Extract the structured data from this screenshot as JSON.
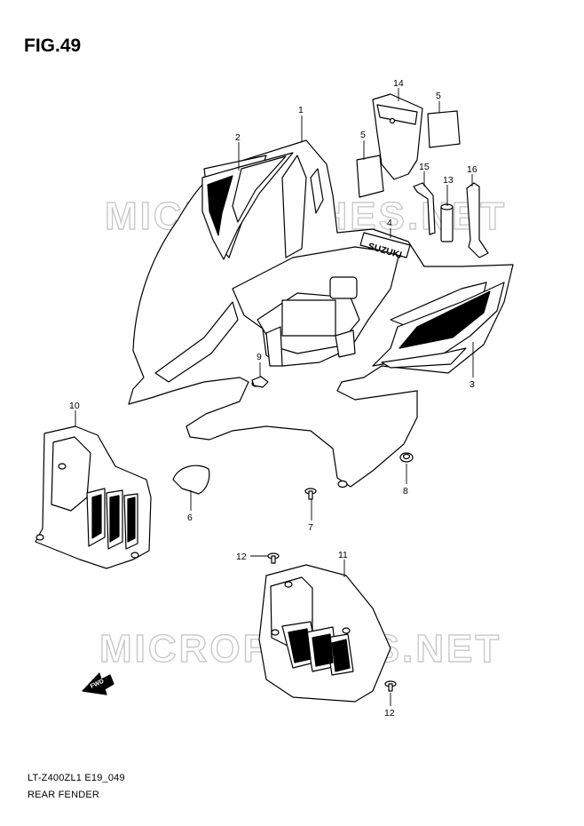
{
  "figure": {
    "title": "FIG.49",
    "model_code": "LT-Z400ZL1 E19_049",
    "name": "REAR FENDER"
  },
  "watermark": {
    "text": "MICROFICHES.NET"
  },
  "emblem": {
    "text": "SUZUKI"
  },
  "direction_arrow": {
    "label": "FWD"
  },
  "callouts": [
    {
      "id": "c1",
      "label": "1"
    },
    {
      "id": "c2",
      "label": "2"
    },
    {
      "id": "c3",
      "label": "3"
    },
    {
      "id": "c4",
      "label": "4"
    },
    {
      "id": "c5a",
      "label": "5"
    },
    {
      "id": "c5b",
      "label": "5"
    },
    {
      "id": "c6",
      "label": "6"
    },
    {
      "id": "c7",
      "label": "7"
    },
    {
      "id": "c8",
      "label": "8"
    },
    {
      "id": "c9",
      "label": "9"
    },
    {
      "id": "c10",
      "label": "10"
    },
    {
      "id": "c11",
      "label": "11"
    },
    {
      "id": "c12a",
      "label": "12"
    },
    {
      "id": "c12b",
      "label": "12"
    },
    {
      "id": "c13",
      "label": "13"
    },
    {
      "id": "c14",
      "label": "14"
    },
    {
      "id": "c15",
      "label": "15"
    },
    {
      "id": "c16",
      "label": "16"
    }
  ]
}
